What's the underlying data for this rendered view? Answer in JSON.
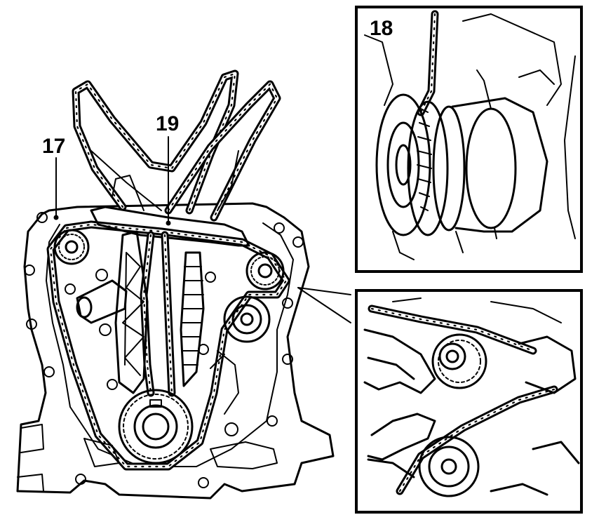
{
  "callouts": {
    "label_17": "17",
    "label_18": "18",
    "label_19": "19"
  },
  "colors": {
    "ink": "#000000",
    "paper": "#ffffff"
  }
}
